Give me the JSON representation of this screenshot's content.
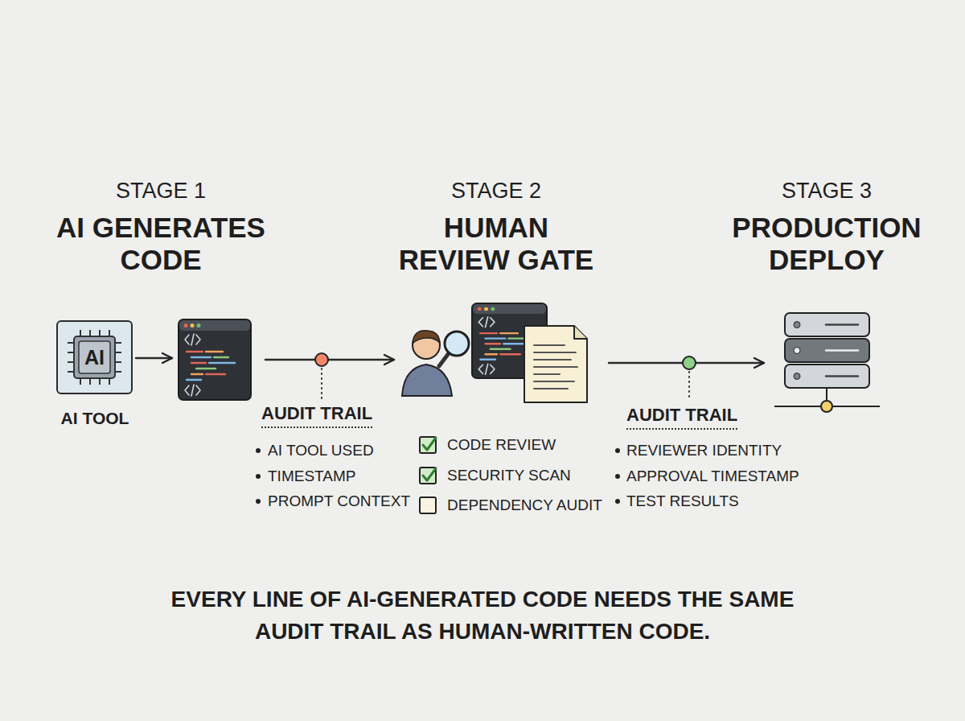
{
  "diagram": {
    "caption": "EVERY LINE OF AI-GENERATED CODE NEEDS THE SAME AUDIT TRAIL AS HUMAN-WRITTEN CODE.",
    "nodes": [
      {
        "text": [
          "AI",
          "AI TOOL"
        ]
      },
      {
        "text": [
          "STAGE 1",
          "AI GENERATES CODE"
        ]
      },
      {
        "text": [
          "STAGE 2",
          "HUMAN REVIEW GATE"
        ]
      },
      {
        "text": [
          "STAGE 3",
          "PRODUCTION DEPLOY"
        ]
      }
    ],
    "edges": [
      {
        "from": 0,
        "to": 1,
        "arrow": "to"
      },
      {
        "from": 1,
        "to": 2,
        "arrow": "to"
      },
      {
        "from": 2,
        "to": 3,
        "arrow": "to"
      }
    ],
    "labels": [
      "AUDIT TRAIL",
      "AI TOOL USED",
      "TIMESTAMP",
      "PROMPT CONTEXT",
      "CODE REVIEW",
      "SECURITY SCAN",
      "DEPENDENCY AUDIT",
      "AUDIT TRAIL",
      "REVIEWER IDENTITY",
      "APPROVAL TIMESTAMP",
      "TEST RESULTS"
    ]
  }
}
